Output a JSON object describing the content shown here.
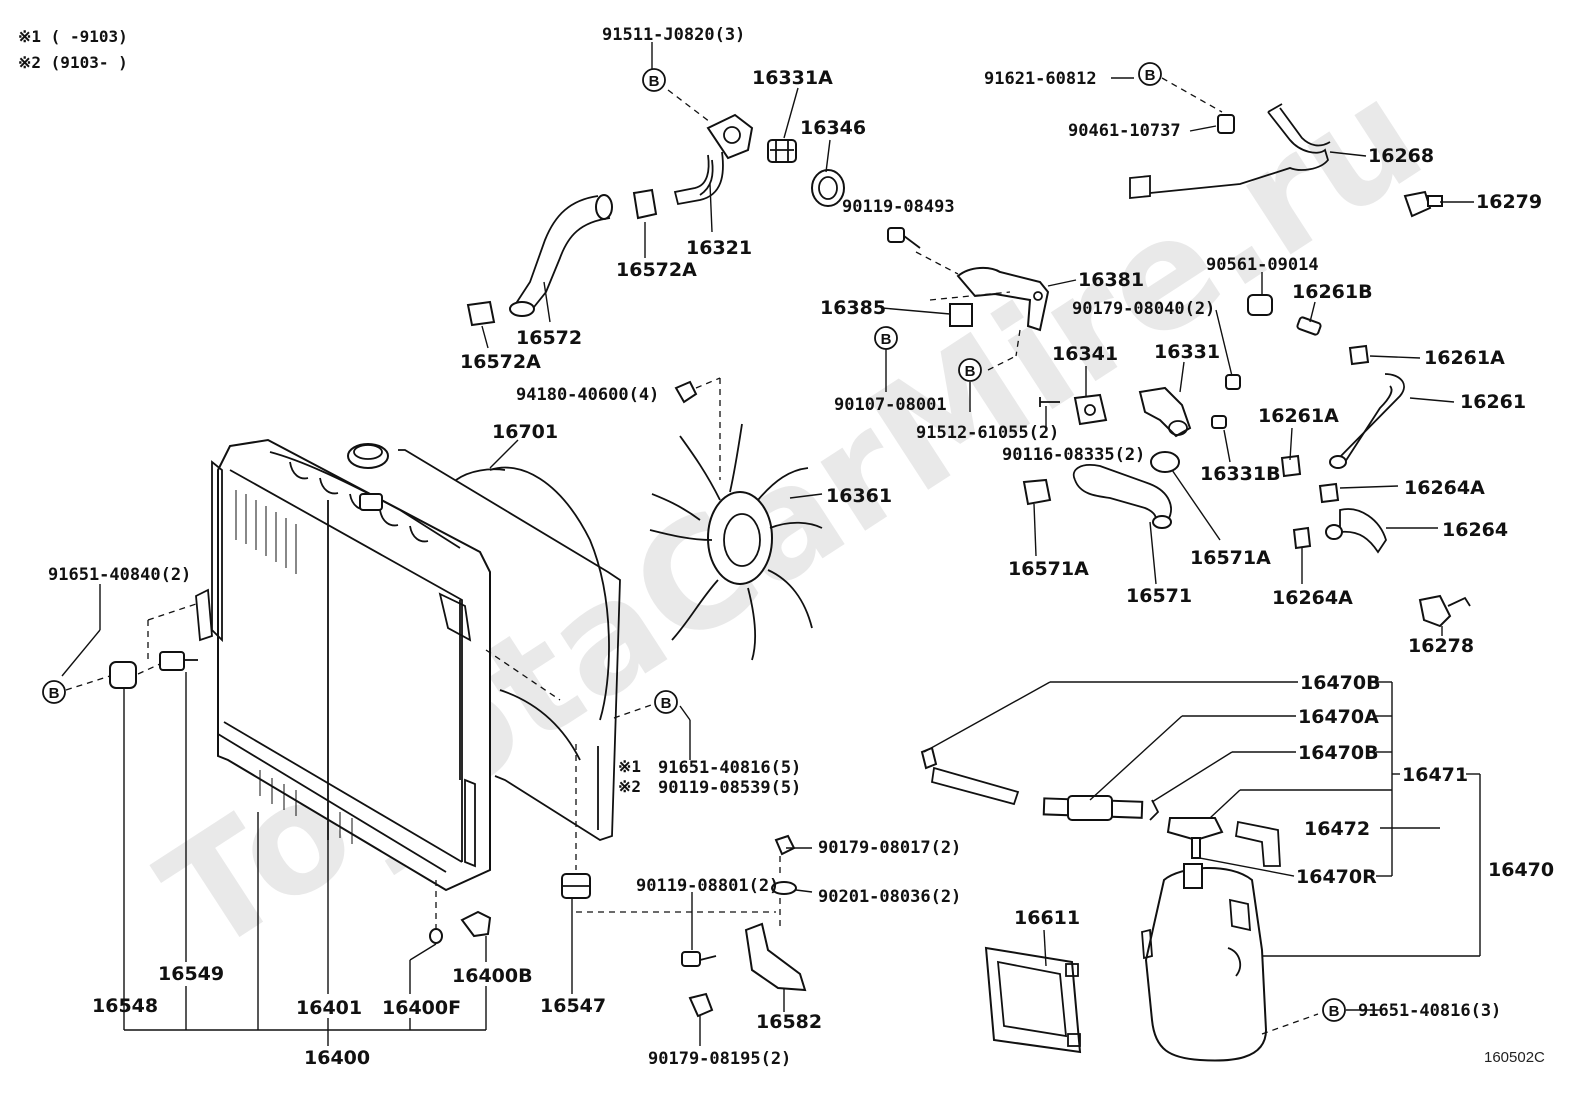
{
  "notes": {
    "n1": "※1 (      -9103)",
    "n2": "※2 (9103-      )"
  },
  "watermark": "ToyotaCarMire.ru",
  "diagram_code": "160502C",
  "bolt_mark": "B",
  "labels": {
    "p91511": "91511-J0820(3)",
    "p16331A": "16331A",
    "p16346": "16346",
    "p91621": "91621-60812",
    "p90461": "90461-10737",
    "p16268": "16268",
    "p16279": "16279",
    "p16321": "16321",
    "p16572A_top": "16572A",
    "p16572": "16572",
    "p16572A_bot": "16572A",
    "p90119_08493": "90119-08493",
    "p16381": "16381",
    "p16385": "16385",
    "p90561": "90561-09014",
    "p16261B": "16261B",
    "p90179_08040": "90179-08040(2)",
    "p90107": "90107-08001",
    "p91512": "91512-61055(2)",
    "p16341": "16341",
    "p16331": "16331",
    "p16261A_a": "16261A",
    "p16261": "16261",
    "p94180": "94180-40600(4)",
    "p16701": "16701",
    "p16361": "16361",
    "p90116": "90116-08335(2)",
    "p16331B": "16331B",
    "p16261A_b": "16261A",
    "p16264A_a": "16264A",
    "p16264": "16264",
    "p16571A_a": "16571A",
    "p16571": "16571",
    "p16571A_b": "16571A",
    "p16264A_b": "16264A",
    "p16278": "16278",
    "p91651_40840": "91651-40840(2)",
    "p16470B_a": "16470B",
    "p16470A": "16470A",
    "p16470B_b": "16470B",
    "p16471": "16471",
    "p16472": "16472",
    "p16470R": "16470R",
    "p16470": "16470",
    "p91651_40816_5": "91651-40816(5)",
    "p90119_08539": "90119-08539(5)",
    "mark1": "※1",
    "mark2": "※2",
    "p90179_08017": "90179-08017(2)",
    "p90119_08801": "90119-08801(2)",
    "p90201": "90201-08036(2)",
    "p16611": "16611",
    "p16549": "16549",
    "p16400B": "16400B",
    "p16548": "16548",
    "p16401": "16401",
    "p16400F": "16400F",
    "p16547": "16547",
    "p16582": "16582",
    "p16400": "16400",
    "p90179_08195": "90179-08195(2)",
    "p91651_40816_3": "91651-40816(3)"
  }
}
